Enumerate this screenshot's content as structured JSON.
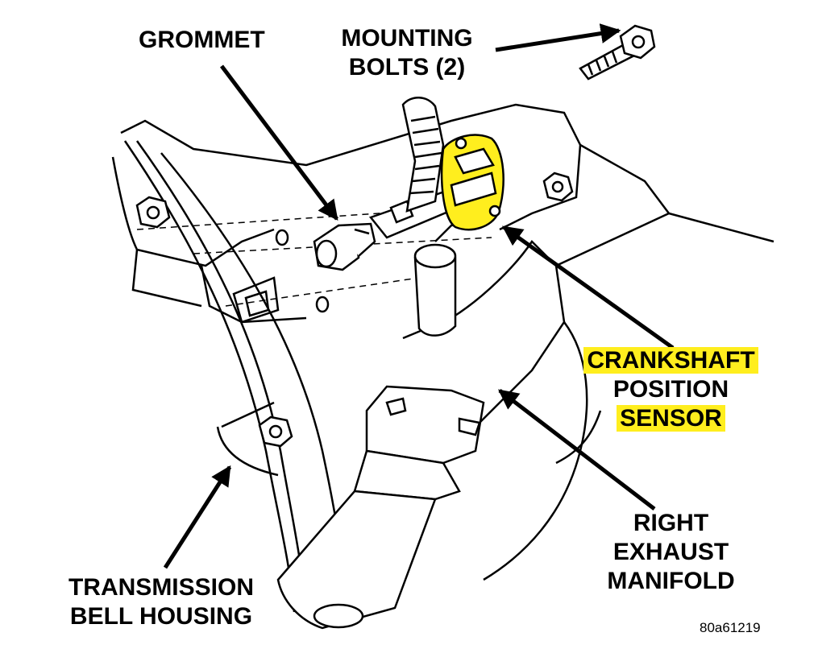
{
  "labels": {
    "grommet": "GROMMET",
    "mounting_bolts_1": "MOUNTING",
    "mounting_bolts_2": "BOLTS (2)",
    "ckp_1": "CRANKSHAFT",
    "ckp_2": "POSITION",
    "ckp_3": "SENSOR",
    "exhaust_1": "RIGHT",
    "exhaust_2": "EXHAUST",
    "exhaust_3": "MANIFOLD",
    "bell_1": "TRANSMISSION",
    "bell_2": "BELL HOUSING"
  },
  "figure_id": "80a61219",
  "colors": {
    "highlight": "#ffee1e",
    "ink": "#000000",
    "background": "#ffffff"
  }
}
